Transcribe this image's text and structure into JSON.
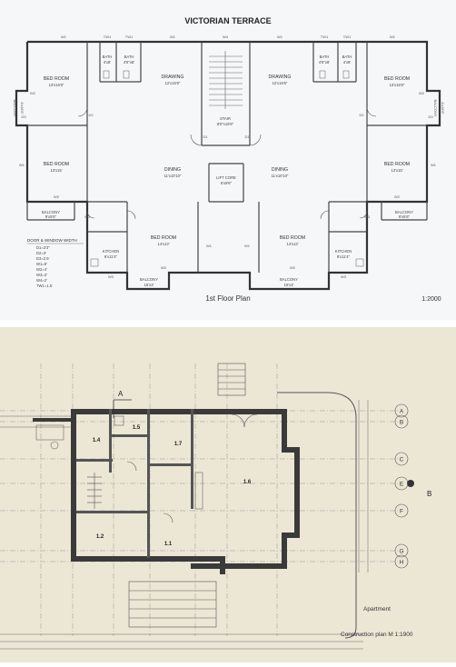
{
  "top_plan": {
    "title": "VICTORIAN TERRACE",
    "subtitle": "1st Floor Plan",
    "scale": "1:2000",
    "legend": {
      "heading": "DOOR & WINDOW WIDTH",
      "lines": [
        "D1=3'3\"",
        "D2=3'",
        "D3=2.5'",
        "W1=6'",
        "W2=4'",
        "W3=3'",
        "W4=2'",
        "TW1=1.5'"
      ]
    },
    "rooms": {
      "bed_tl": [
        "BED ROOM",
        "13'x16'6\""
      ],
      "bath_l1": [
        "BATH",
        "4'x8'"
      ],
      "bath_l2": [
        "BATH",
        "4'6\"x8'"
      ],
      "drawing_l": [
        "DRAWING",
        "12'x16'6\""
      ],
      "stair": [
        "STAIR",
        "8'6\"x16'6\""
      ],
      "drawing_r": [
        "DRAWING",
        "12'x16'6\""
      ],
      "bath_r1": [
        "BATH",
        "4'6\"x8'"
      ],
      "bath_r2": [
        "BATH",
        "4'x8'"
      ],
      "bed_tr": [
        "BED ROOM",
        "13'x16'6\""
      ],
      "balcony_l": [
        "BALCONY",
        "4'x16'6\""
      ],
      "balcony_r": [
        "BALCONY",
        "4'x16'6\""
      ],
      "bed_ml": [
        "BED ROOM",
        "13'x15'"
      ],
      "dining_l": [
        "DINING",
        "11'x10'10\""
      ],
      "lift": [
        "LIFT CORE",
        "6'x9'6\""
      ],
      "dining_r": [
        "DINING",
        "11'x10'10\""
      ],
      "bed_mr": [
        "BED ROOM",
        "13'x15'"
      ],
      "balcony_ml": [
        "BALCONY",
        "9'x5'6\""
      ],
      "balcony_mr": [
        "BALCONY",
        "9'x5'6\""
      ],
      "bed_bl": [
        "BED ROOM",
        "14'x13'"
      ],
      "bed_br": [
        "BED ROOM",
        "14'x13'"
      ],
      "kitchen_l": [
        "KITCHEN",
        "8'x11'4\""
      ],
      "kitchen_r": [
        "KITCHEN",
        "8'x11'4\""
      ],
      "balcony_bl": [
        "BALCONY",
        "15'x3'"
      ],
      "balcony_br": [
        "BALCONY",
        "15'x3'"
      ]
    },
    "marks": {
      "w1": "W1",
      "w2": "W2",
      "w3": "W3",
      "w4": "W4",
      "tw1": "TW1",
      "d1": "D1",
      "d2": "D2",
      "d3": "D3"
    }
  },
  "bottom_plan": {
    "section_a": "A",
    "section_b": "B",
    "grid_labels": [
      "A",
      "B",
      "C",
      "E",
      "F",
      "G",
      "H"
    ],
    "rooms": [
      "1.4",
      "1.5",
      "1.7",
      "1.6",
      "1.2",
      "1.1"
    ],
    "caption_1": "Apartment",
    "caption_2": "Construction plan M 1:1900"
  }
}
